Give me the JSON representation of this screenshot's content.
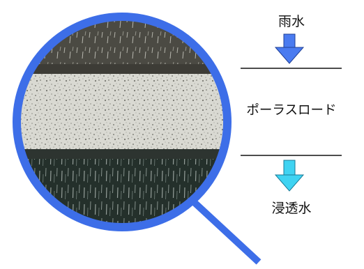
{
  "labels": {
    "rainwater": "雨水",
    "road": "ポーラスロード",
    "infiltrated": "浸透水"
  },
  "colors": {
    "lens_rim": "#3d6ee8",
    "arrow_down_top": "#4a7bf0",
    "arrow_down_bottom": "#3fd3f2",
    "layer_line": "#111111"
  },
  "icons": {
    "lens": "magnifying-glass-icon",
    "arrow_top": "arrow-down-icon",
    "arrow_bottom": "arrow-down-icon"
  }
}
